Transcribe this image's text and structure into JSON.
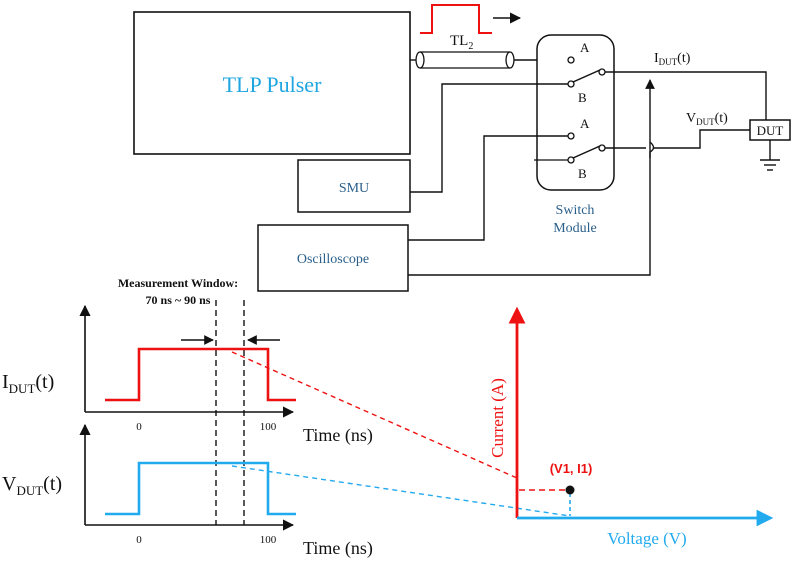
{
  "blocks": {
    "pulser": "TLP Pulser",
    "smu": "SMU",
    "oscilloscope": "Oscilloscope",
    "switch_line1": "Switch",
    "switch_line2": "Module",
    "dut": "DUT"
  },
  "circuit": {
    "tl_main": "TL",
    "tl_sub": "2",
    "terminal_a": "A",
    "terminal_b": "B",
    "i_main": "I",
    "i_sub": "DUT",
    "i_tail": "(t)",
    "v_main": "V",
    "v_sub": "DUT",
    "v_tail": "(t)"
  },
  "measurement": {
    "title": "Measurement Window",
    "colon": ":",
    "range": "70 ns ~ 90 ns"
  },
  "waveforms": {
    "i_main": "I",
    "i_sub": "DUT",
    "i_tail": "(t)",
    "v_main": "V",
    "v_sub": "DUT",
    "v_tail": "(t)",
    "tick_start": "0",
    "tick_end": "100",
    "xlabel": "Time (ns)"
  },
  "iv": {
    "ylabel": "Current (A)",
    "xlabel": "Voltage (V)",
    "point_label": "(V1, I1)"
  },
  "colors": {
    "current": "#ee1111",
    "voltage": "#22aaee",
    "pulser_text": "#1fa6e0",
    "block_text": "#2a5f8a",
    "line": "#111111"
  }
}
